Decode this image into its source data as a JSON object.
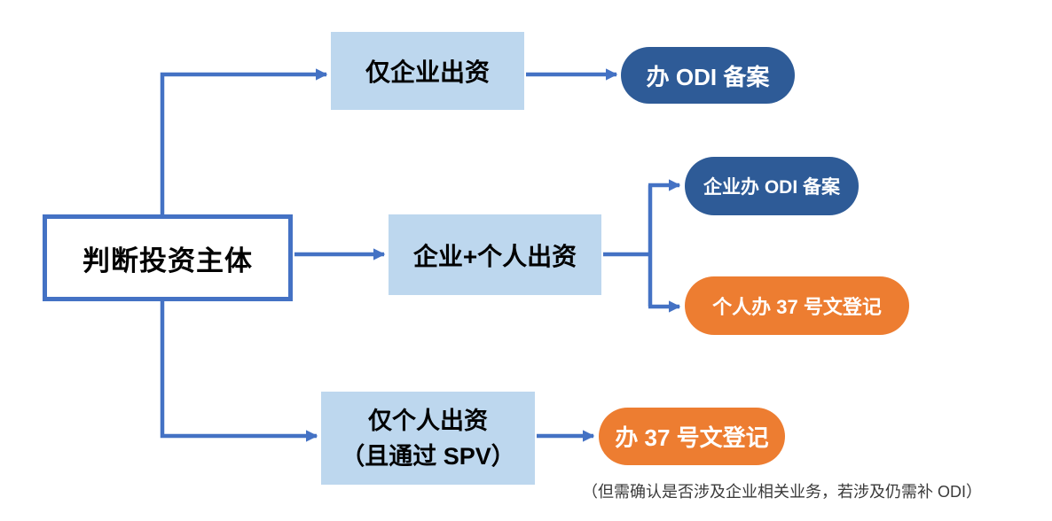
{
  "colors": {
    "connector": "#4472C4",
    "box_border": "#4472C4",
    "light_blue_fill": "#BDD7EE",
    "dark_blue_fill": "#2E5B97",
    "orange_fill": "#ED7D31",
    "text_dark": "#000000",
    "text_light": "#FFFFFF",
    "note_text": "#3A3A3A"
  },
  "flowchart": {
    "root": {
      "label": "判断投资主体"
    },
    "branches": {
      "enterprise_only": {
        "label": "仅企业出资"
      },
      "mixed": {
        "label": "企业+个人出资"
      },
      "individual_only": {
        "line1": "仅个人出资",
        "line2": "（且通过 SPV）"
      }
    },
    "outcomes": {
      "odi_filing": {
        "label": "办 ODI 备案"
      },
      "enterprise_odi_filing": {
        "label": "企业办 ODI 备案"
      },
      "individual_37_registration": {
        "label": "个人办 37 号文登记"
      },
      "filing_37_registration": {
        "label": "办 37 号文登记"
      }
    },
    "note": "（但需确认是否涉及企业相关业务，若涉及仍需补 ODI）"
  }
}
